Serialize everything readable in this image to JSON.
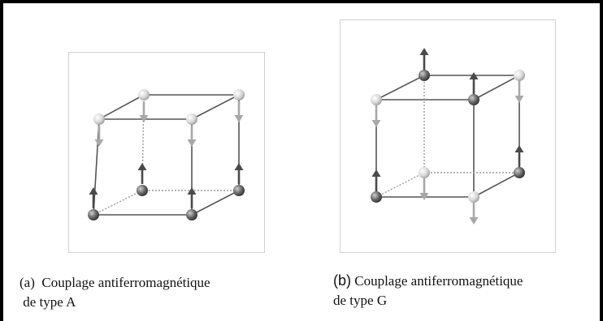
{
  "captions": {
    "a": {
      "letter": "(a)",
      "line1": "Couplage antiferromagnétique",
      "line2": "de type A"
    },
    "b": {
      "letter": "(b)",
      "line1": "Couplage antiferromagnétique",
      "line2": "de type G"
    }
  },
  "colors": {
    "edge": "#555555",
    "hidden_edge": "#9a9a9a",
    "spin_up": "#4a4a4a",
    "spin_down": "#a8a8a8",
    "atom_dark": "#6a6a6a",
    "atom_light": "#d8d8d8"
  },
  "diagrams": {
    "a": {
      "layer_up": [
        "down",
        "down",
        "down",
        "down"
      ],
      "layer_down": [
        "up",
        "up",
        "up",
        "up"
      ]
    },
    "b": {
      "layer_up": [
        "down",
        "up",
        "down",
        "up"
      ],
      "layer_down": [
        "up",
        "down",
        "up",
        "down"
      ]
    }
  }
}
